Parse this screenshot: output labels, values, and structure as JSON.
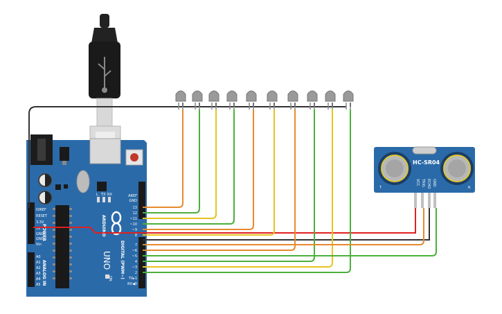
{
  "board": {
    "name": "UNO",
    "brand": "ARDUINO",
    "power_title": "POWER",
    "analog_title": "ANALOG IN",
    "digital_title": "DIGITAL (PWM~)",
    "pin_labels_right": [
      "AREF",
      "GND",
      "13",
      "12",
      "~11",
      "~10",
      "~9",
      "8",
      "7",
      "~6",
      "~5",
      "4",
      "~3",
      "2",
      "TX▸1",
      "RX◀0"
    ],
    "pin_labels_power": [
      "IOREF",
      "RESET",
      "3.3V",
      "5V",
      "GND",
      "GND",
      "Vin"
    ],
    "pin_labels_analog": [
      "A0",
      "A1",
      "A2",
      "A3",
      "A4",
      "A5"
    ],
    "led_labels": [
      "L",
      "TX",
      "RX"
    ],
    "on_label": "ON"
  },
  "sensor": {
    "name": "HC-SR04",
    "pins": [
      "VCC",
      "TRIG",
      "ECHO",
      "GND"
    ],
    "left_mark": "T",
    "right_mark": "R"
  },
  "colors": {
    "board": "#2b6aa8",
    "board_dark": "#1f4f80",
    "wire_orange": "#e68a2e",
    "wire_green": "#4caf3c",
    "wire_yellow": "#e8c31f",
    "wire_red": "#e02020",
    "wire_black": "#333333"
  },
  "leds": {
    "count": 10,
    "color": "gray"
  }
}
